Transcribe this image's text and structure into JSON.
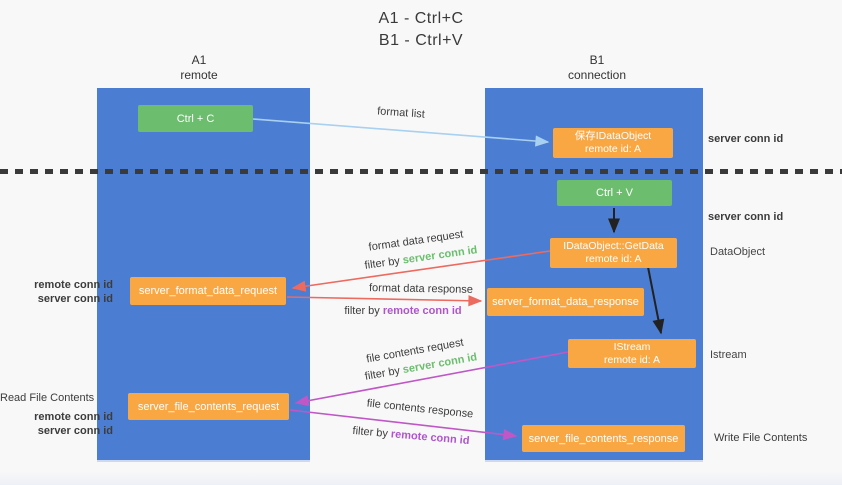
{
  "title": {
    "line1": "A1 - Ctrl+C",
    "line2": "B1 - Ctrl+V"
  },
  "columns": {
    "left": {
      "name": "A1",
      "subtitle": "remote"
    },
    "right": {
      "name": "B1",
      "subtitle": "connection"
    }
  },
  "nodes": {
    "ctrl_c": {
      "label": "Ctrl + C"
    },
    "save_dataobject": {
      "line1": "保存IDataObject",
      "line2": "remote id: A"
    },
    "ctrl_v": {
      "label": "Ctrl + V"
    },
    "getdata": {
      "line1": "IDataObject::GetData",
      "line2": "remote id: A"
    },
    "istream": {
      "line1": "IStream",
      "line2": "remote id: A"
    },
    "format_request": {
      "label": "server_format_data_request"
    },
    "format_response": {
      "label": "server_format_data_response"
    },
    "file_request": {
      "label": "server_file_contents_request"
    },
    "file_response": {
      "label": "server_file_contents_response"
    }
  },
  "edge_labels": {
    "format_list": "format list",
    "format_data_request": "format data request",
    "format_data_response": "format data response",
    "file_contents_request": "file contents request",
    "file_contents_response": "file contents response",
    "filter_by": "filter by",
    "server_conn_id": "server conn id",
    "remote_conn_id": "remote conn id"
  },
  "side_labels": {
    "server_conn_id_top": "server conn id",
    "server_conn_id_mid": "server conn id",
    "dataobject": "DataObject",
    "istream": "Istream",
    "write_file_contents": "Write File Contents",
    "read_file_contents": "Read File Contents",
    "remote_conn_id": "remote conn id",
    "server_conn_id": "server conn id"
  },
  "colors": {
    "column_blue": "#4b7ed3",
    "node_green": "#6cbe6e",
    "node_orange": "#f9a743",
    "arrow_light_blue": "#a8d0f0",
    "arrow_red": "#ed6a5f",
    "arrow_magenta": "#c057c6",
    "arrow_black": "#222222",
    "text_green": "#6cbe6e",
    "text_purple": "#ae55cc",
    "text_dark": "#3c3c3c"
  }
}
